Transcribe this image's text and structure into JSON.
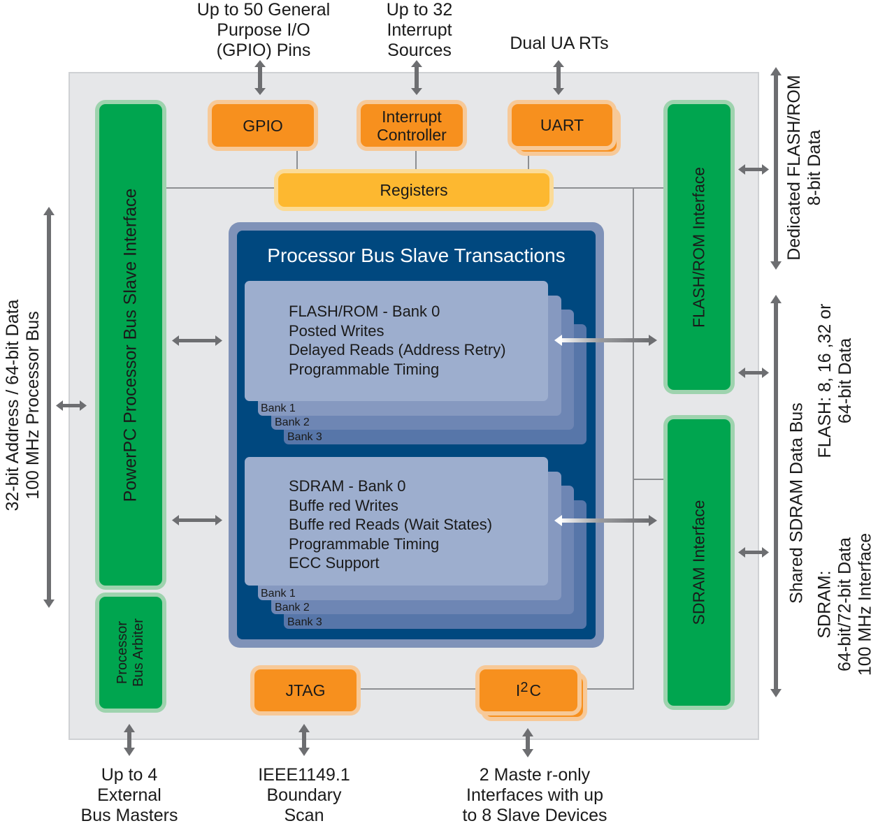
{
  "external_labels": {
    "gpio": [
      "Up to 50 General",
      "Purpose I/O",
      "(GPIO) Pins"
    ],
    "interrupt": [
      "Up to 32",
      "Interrupt",
      "Sources"
    ],
    "uart": [
      "Dual UA RTs"
    ],
    "processor_bus": [
      "32-bit Address / 64-bit Data",
      "100 MHz Processor Bus"
    ],
    "flash_rom": [
      "Dedicated FLASH/ROM",
      "8-bit Data"
    ],
    "shared_sdram": [
      "Shared SDRAM Data Bus"
    ],
    "flash_width": [
      "FLASH: 8, 16 ,32 or",
      "64-bit Data"
    ],
    "sdram_width": [
      "SDRAM:",
      "64-bit/72-bit Data",
      "100 MHz Interface"
    ],
    "bus_masters": [
      "Up to 4",
      "External",
      "Bus Masters"
    ],
    "boundary_scan": [
      "IEEE1149.1",
      "Boundary",
      "Scan"
    ],
    "i2c_devices": [
      "2 Maste r-only",
      "Interfaces with up",
      "to 8 Slave Devices"
    ]
  },
  "blocks": {
    "gpio": "GPIO",
    "interrupt_controller": [
      "Interrupt",
      "Controller"
    ],
    "uart": "UART",
    "registers": "Registers",
    "powerpc_slave": "PowerPC Processor Bus Slave Interface",
    "bus_arbiter": [
      "Processor",
      "Bus Arbiter"
    ],
    "flash_rom_interface": "FLASH/ROM Interface",
    "sdram_interface": "SDRAM Interface",
    "jtag": "JTAG",
    "i2c": {
      "base": "I",
      "sup": "2",
      "tail": "C"
    }
  },
  "transactions": {
    "title": "Processor Bus Slave Transactions",
    "flash": {
      "lines": [
        "FLASH/ROM - Bank 0",
        "Posted Writes",
        "Delayed Reads (Address Retry)",
        "Programmable Timing"
      ],
      "banks": [
        "Bank 1",
        "Bank 2",
        "Bank 3"
      ]
    },
    "sdram": {
      "lines": [
        "SDRAM - Bank 0",
        "Buffe red Writes",
        "Buffe red Reads (Wait States)",
        "Programmable Timing",
        "ECC Support"
      ],
      "banks": [
        "Bank 1",
        "Bank 2",
        "Bank 3"
      ]
    }
  },
  "colors": {
    "interface_green": "#00a54f",
    "peripheral_orange": "#f7901e",
    "registers_yellow": "#fdb830",
    "transactions_navy": "#00487f",
    "arrow_gray": "#6d6e71"
  }
}
